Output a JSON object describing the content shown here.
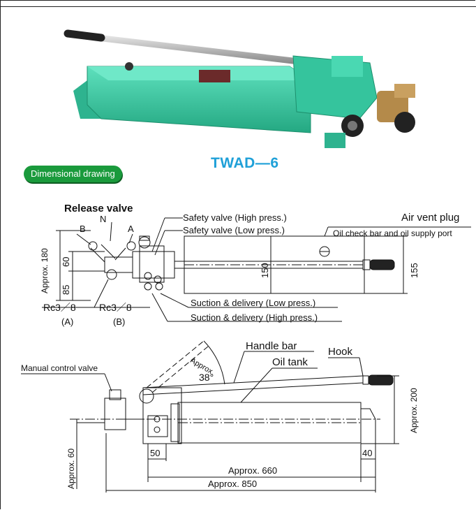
{
  "model_name": "TWAD—6",
  "section_badge": "Dimensional drawing",
  "top_view": {
    "release_valve": "Release valve",
    "port_b": "B",
    "port_n": "N",
    "port_a": "A",
    "safety_high": "Safety valve (High press.)",
    "safety_low": "Safety valve (Low press.)",
    "air_vent": "Air vent plug",
    "oil_check": "Oil check bar and oil supply port",
    "dim_180": "Approx. 180",
    "dim_60": "60",
    "dim_85": "85",
    "dim_150": "150",
    "dim_155": "155",
    "rc_a": "Rc3／8",
    "rc_b": "Rc3／8",
    "paren_a": "(A)",
    "paren_b": "(B)",
    "suction_low": "Suction & delivery (Low press.)",
    "suction_high": "Suction & delivery (High press.)"
  },
  "side_view": {
    "manual_valve": "Manual control valve",
    "approx": "Approx.",
    "angle": "38°",
    "handle_bar": "Handle bar",
    "oil_tank": "Oil tank",
    "hook": "Hook",
    "dim_200": "Approx. 200",
    "dim_60": "Approx. 60",
    "dim_50": "50",
    "dim_40": "40",
    "dim_660": "Approx. 660",
    "dim_850": "Approx. 850"
  },
  "colors": {
    "pump_body": "#3cc9a3",
    "badge": "#1a9a3c",
    "model_text": "#1fa0d8"
  }
}
